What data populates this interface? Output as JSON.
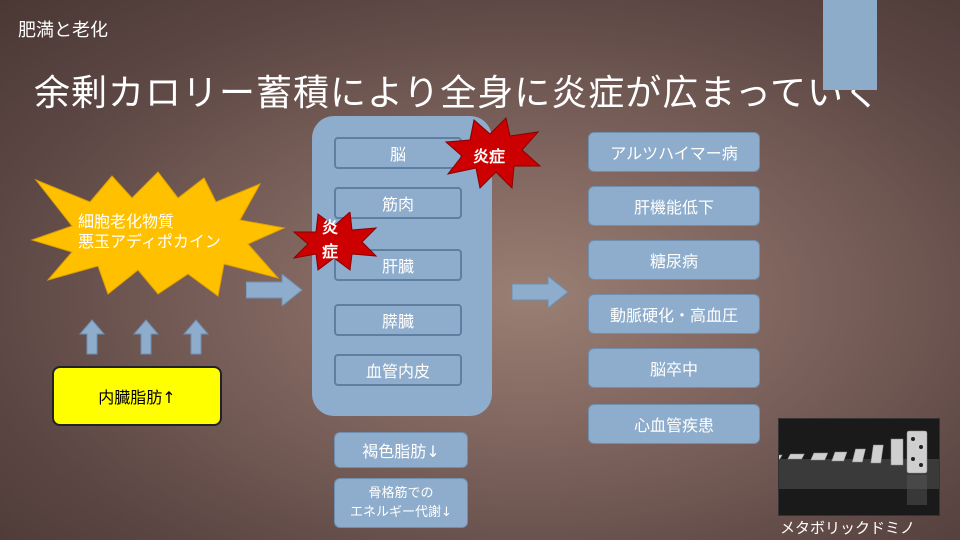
{
  "header": {
    "section": "肥満と老化",
    "title": "余剰カロリー蓄積により全身に炎症が広まっていく"
  },
  "left": {
    "starburst_line1": "細胞老化物質",
    "starburst_line2": "悪玉アディポカイン",
    "fat_box": "内臓脂肪↑"
  },
  "organs": [
    "脳",
    "筋肉",
    "肝臓",
    "膵臓",
    "血管内皮"
  ],
  "below_panel": {
    "brown_fat": "褐色脂肪↓",
    "muscle_line1": "骨格筋での",
    "muscle_line2": "エネルギー代謝↓"
  },
  "inflammation": {
    "top": "炎症",
    "side_top": "炎",
    "side_bottom": "症"
  },
  "diseases": [
    "アルツハイマー病",
    "肝機能低下",
    "糖尿病",
    "動脈硬化・高血圧",
    "脳卒中",
    "心血管疾患"
  ],
  "footer": {
    "label": "メタボリックドミノ"
  },
  "colors": {
    "box": "#8eaccb",
    "red": "#cc0000",
    "yellow": "#ffc000"
  }
}
